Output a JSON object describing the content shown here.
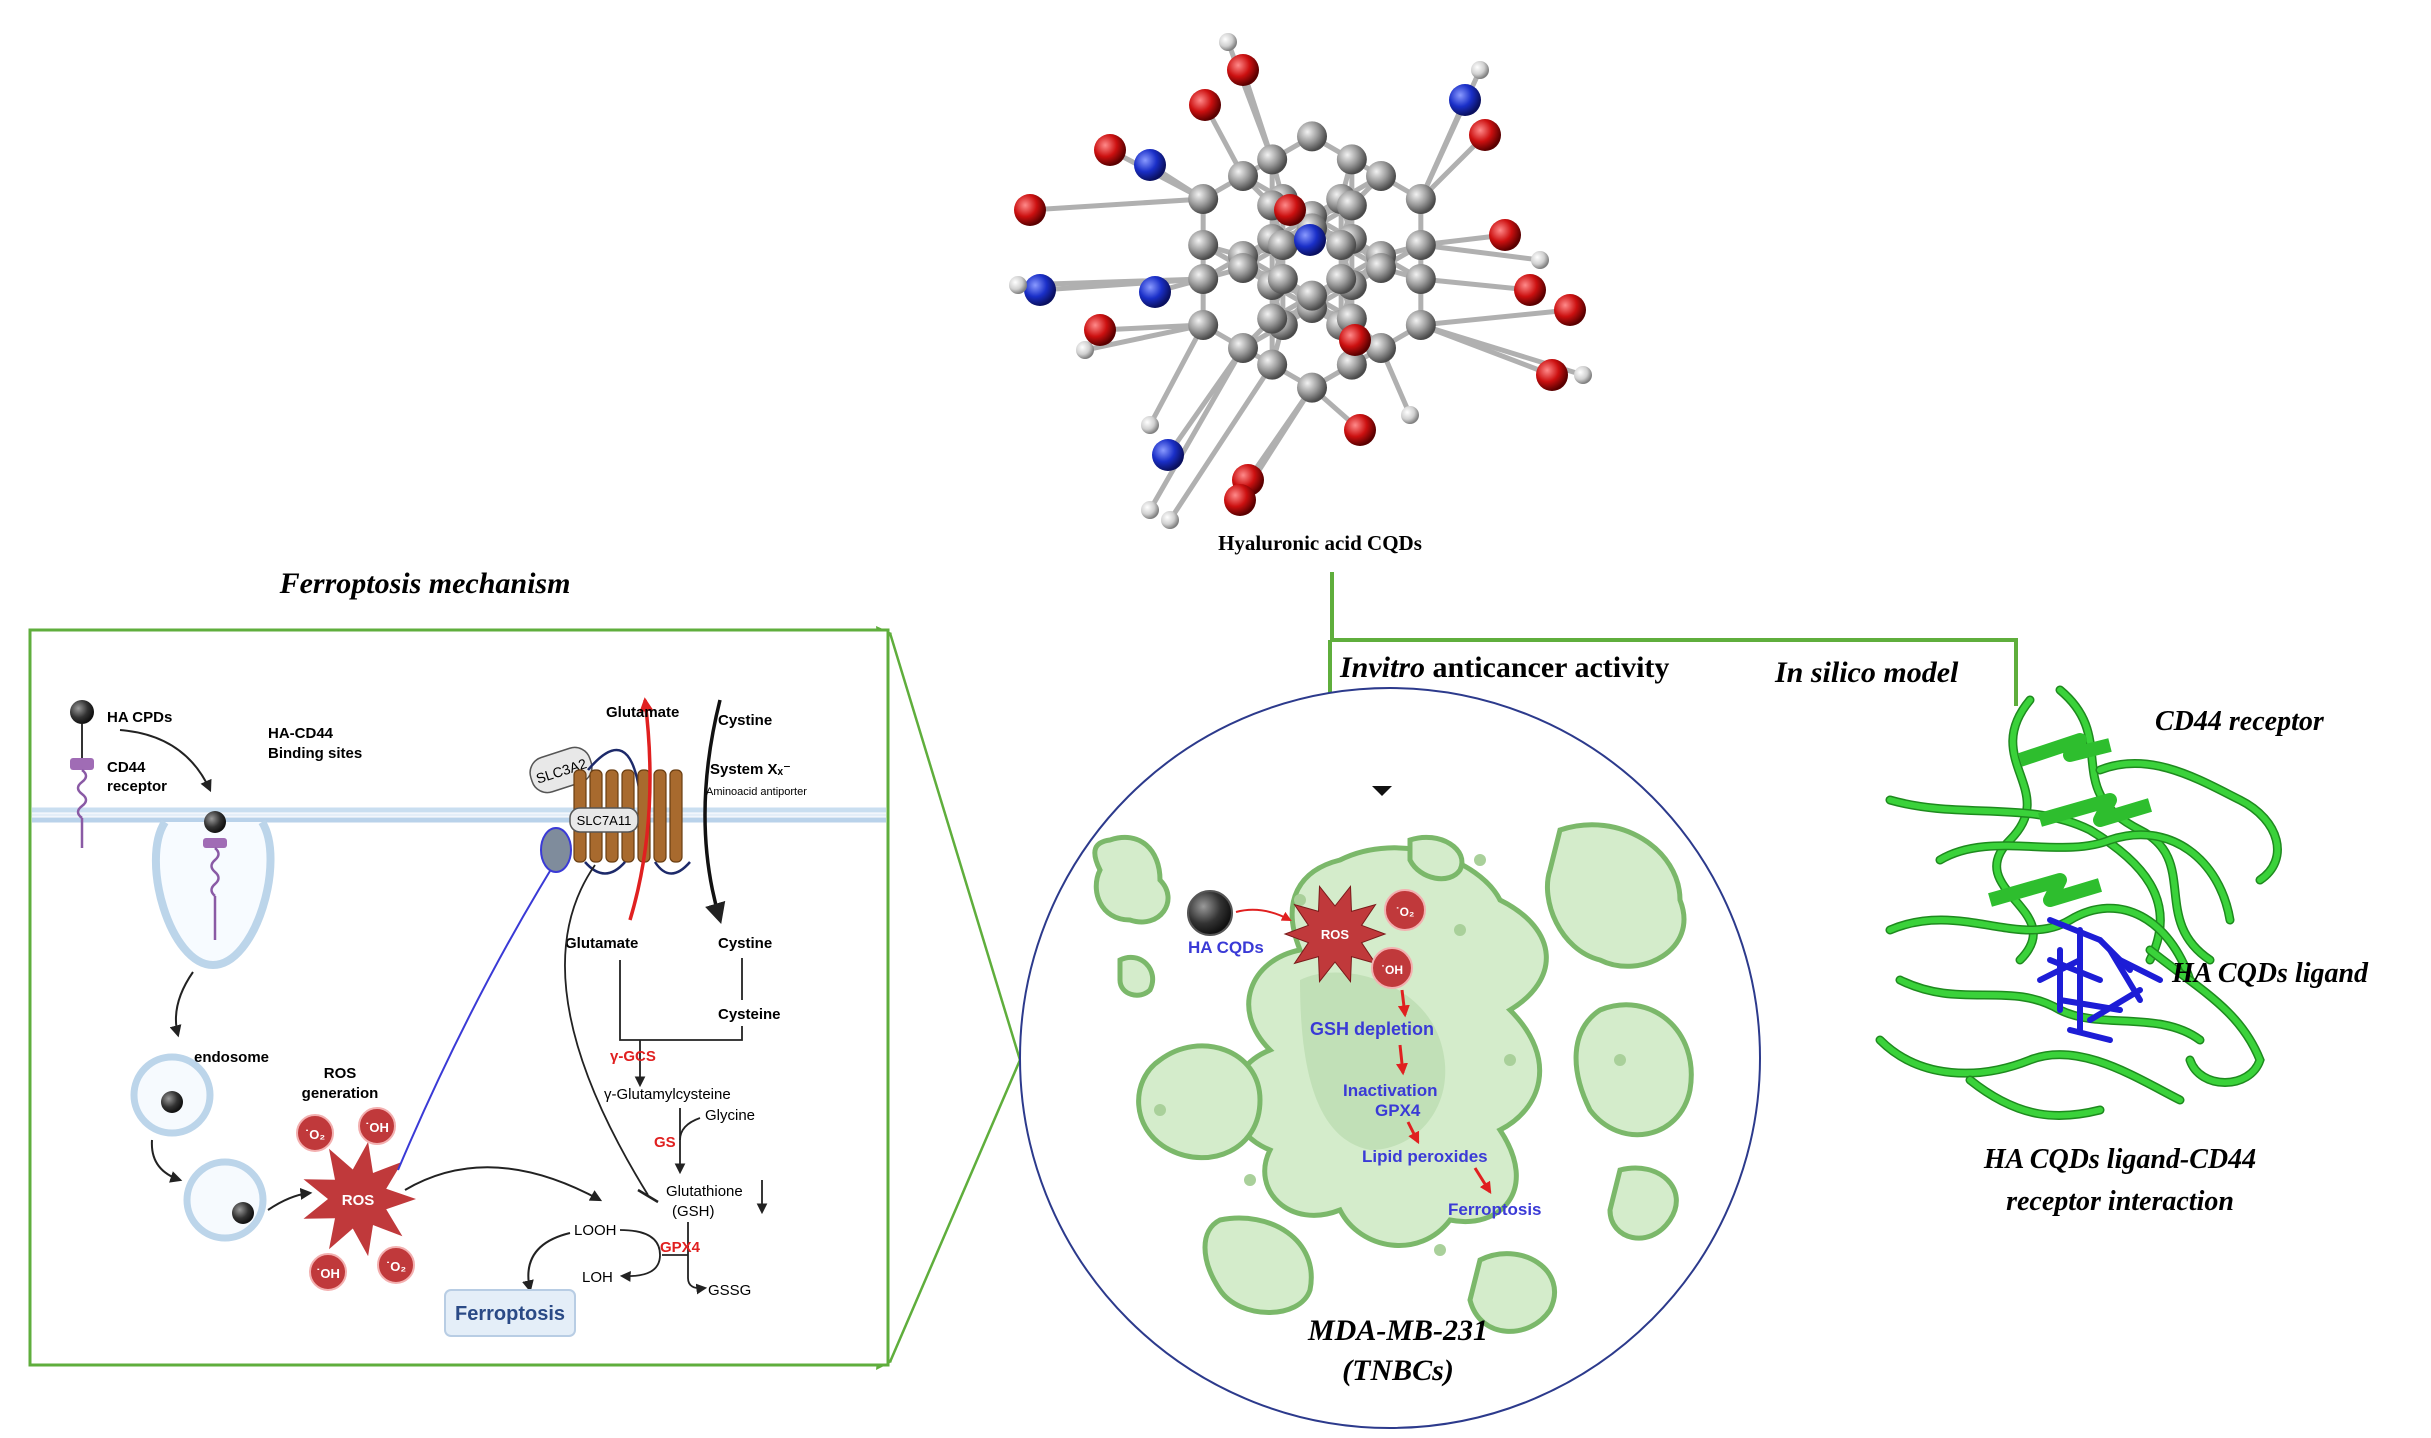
{
  "figure": {
    "molecule_caption": "Hyaluronic acid CQDs",
    "panel_title_ferroptosis": "Ferroptosis mechanism",
    "branch_invitro_italic": "Invitro",
    "branch_invitro_rest": " anticancer  activity",
    "branch_insilico": "In silico model"
  },
  "ferroptosis_panel": {
    "ha_cpds": "HA CPDs",
    "cd44_line1": "CD44",
    "cd44_line2": "receptor",
    "binding_line1": "HA-CD44",
    "binding_line2": "Binding sites",
    "slc3a2": "SLC3A2",
    "slc7a11": "SLC7A11",
    "glutamate_top": "Glutamate",
    "cystine_top": "Cystine",
    "system_xc": "System Xₓ⁻",
    "antiporter": "Aminoacid antiporter",
    "glutamate_mid": "Glutamate",
    "cystine_mid": "Cystine",
    "cysteine": "Cysteine",
    "gamma_gcs": "γ-GCS",
    "gamma_glu_cys": "γ-Glutamylcysteine",
    "glycine": "Glycine",
    "gs": "GS",
    "glutathione_1": "Glutathione",
    "glutathione_2": "(GSH)",
    "endosome": "endosome",
    "ros_gen_1": "ROS",
    "ros_gen_2": "generation",
    "ros": "ROS",
    "o2": "˙O₂",
    "oh": "˙OH",
    "looh": "LOOH",
    "loh": "LOH",
    "gpx4": "GPX4",
    "gssg": "GSSG",
    "ferroptosis_box": "Ferroptosis"
  },
  "cell_panel": {
    "ha_cqds": "HA CQDs",
    "ros": "ROS",
    "o2": "˙O₂",
    "oh": "˙OH",
    "gsh_depletion": "GSH depletion",
    "inactivation": "Inactivation",
    "gpx4": "GPX4",
    "lipid_peroxides": "Lipid peroxides",
    "ferroptosis": "Ferroptosis",
    "cell_line_1": "MDA-MB-231",
    "cell_line_2": "(TNBCs)"
  },
  "protein_panel": {
    "cd44_receptor": "CD44 receptor",
    "ligand": "HA CQDs ligand",
    "interaction_1": "HA CQDs ligand-CD44",
    "interaction_2": "receptor interaction"
  },
  "colors": {
    "frame_green": "#5fae3c",
    "ros_red": "#c0393b",
    "label_red": "#e02020",
    "label_blue": "#3a3ad6",
    "cell_green": "#cfe8c2",
    "cell_border": "#7bb86a",
    "protein_green": "#3ad23a",
    "ligand_blue": "#1d1dd6",
    "atom_carbon": "#8c8c8c",
    "atom_oxygen": "#c8101a",
    "atom_nitrogen": "#1a2fc8",
    "atom_hydrogen": "#d8d8d8"
  }
}
